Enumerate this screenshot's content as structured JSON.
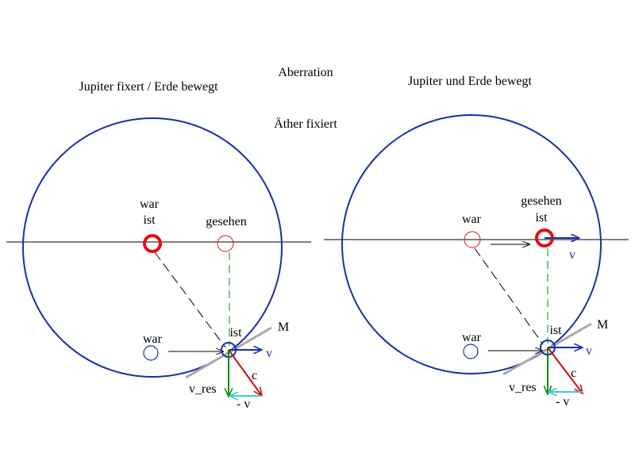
{
  "header": {
    "title": "Aberration",
    "subtitle": "Äther fixiert",
    "left_heading": "Jupiter fixert / Erde bewegt",
    "right_heading": "Jupiter und Erde bewegt"
  },
  "left_panel": {
    "label_war_top": "war",
    "label_ist_top": "ist",
    "label_gesehen": "gesehen",
    "label_war_bottom": "war",
    "label_ist_bottom": "ist",
    "label_m": "M",
    "label_v": "v",
    "label_c": "c",
    "label_v_res": "v_res",
    "label_minus_v": "- v"
  },
  "right_panel": {
    "label_war_top": "war",
    "label_gesehen": "gesehen",
    "label_ist_top": "ist",
    "label_v_top": "v",
    "label_war_bottom": "war",
    "label_ist_bottom": "ist",
    "label_m": "M",
    "label_v": "v",
    "label_c": "c",
    "label_v_res": "v_res",
    "label_minus_v": "- v"
  },
  "colors": {
    "orbit": "#1a2fa8",
    "jupiter": "#e01010",
    "earth": "#1a2fa8",
    "velocity": "#1a2fa8",
    "light": "#d01010",
    "resultant": "#0a8a0a",
    "reverse_velocity": "#40c8c8",
    "tangent": "#a8a8a8"
  }
}
